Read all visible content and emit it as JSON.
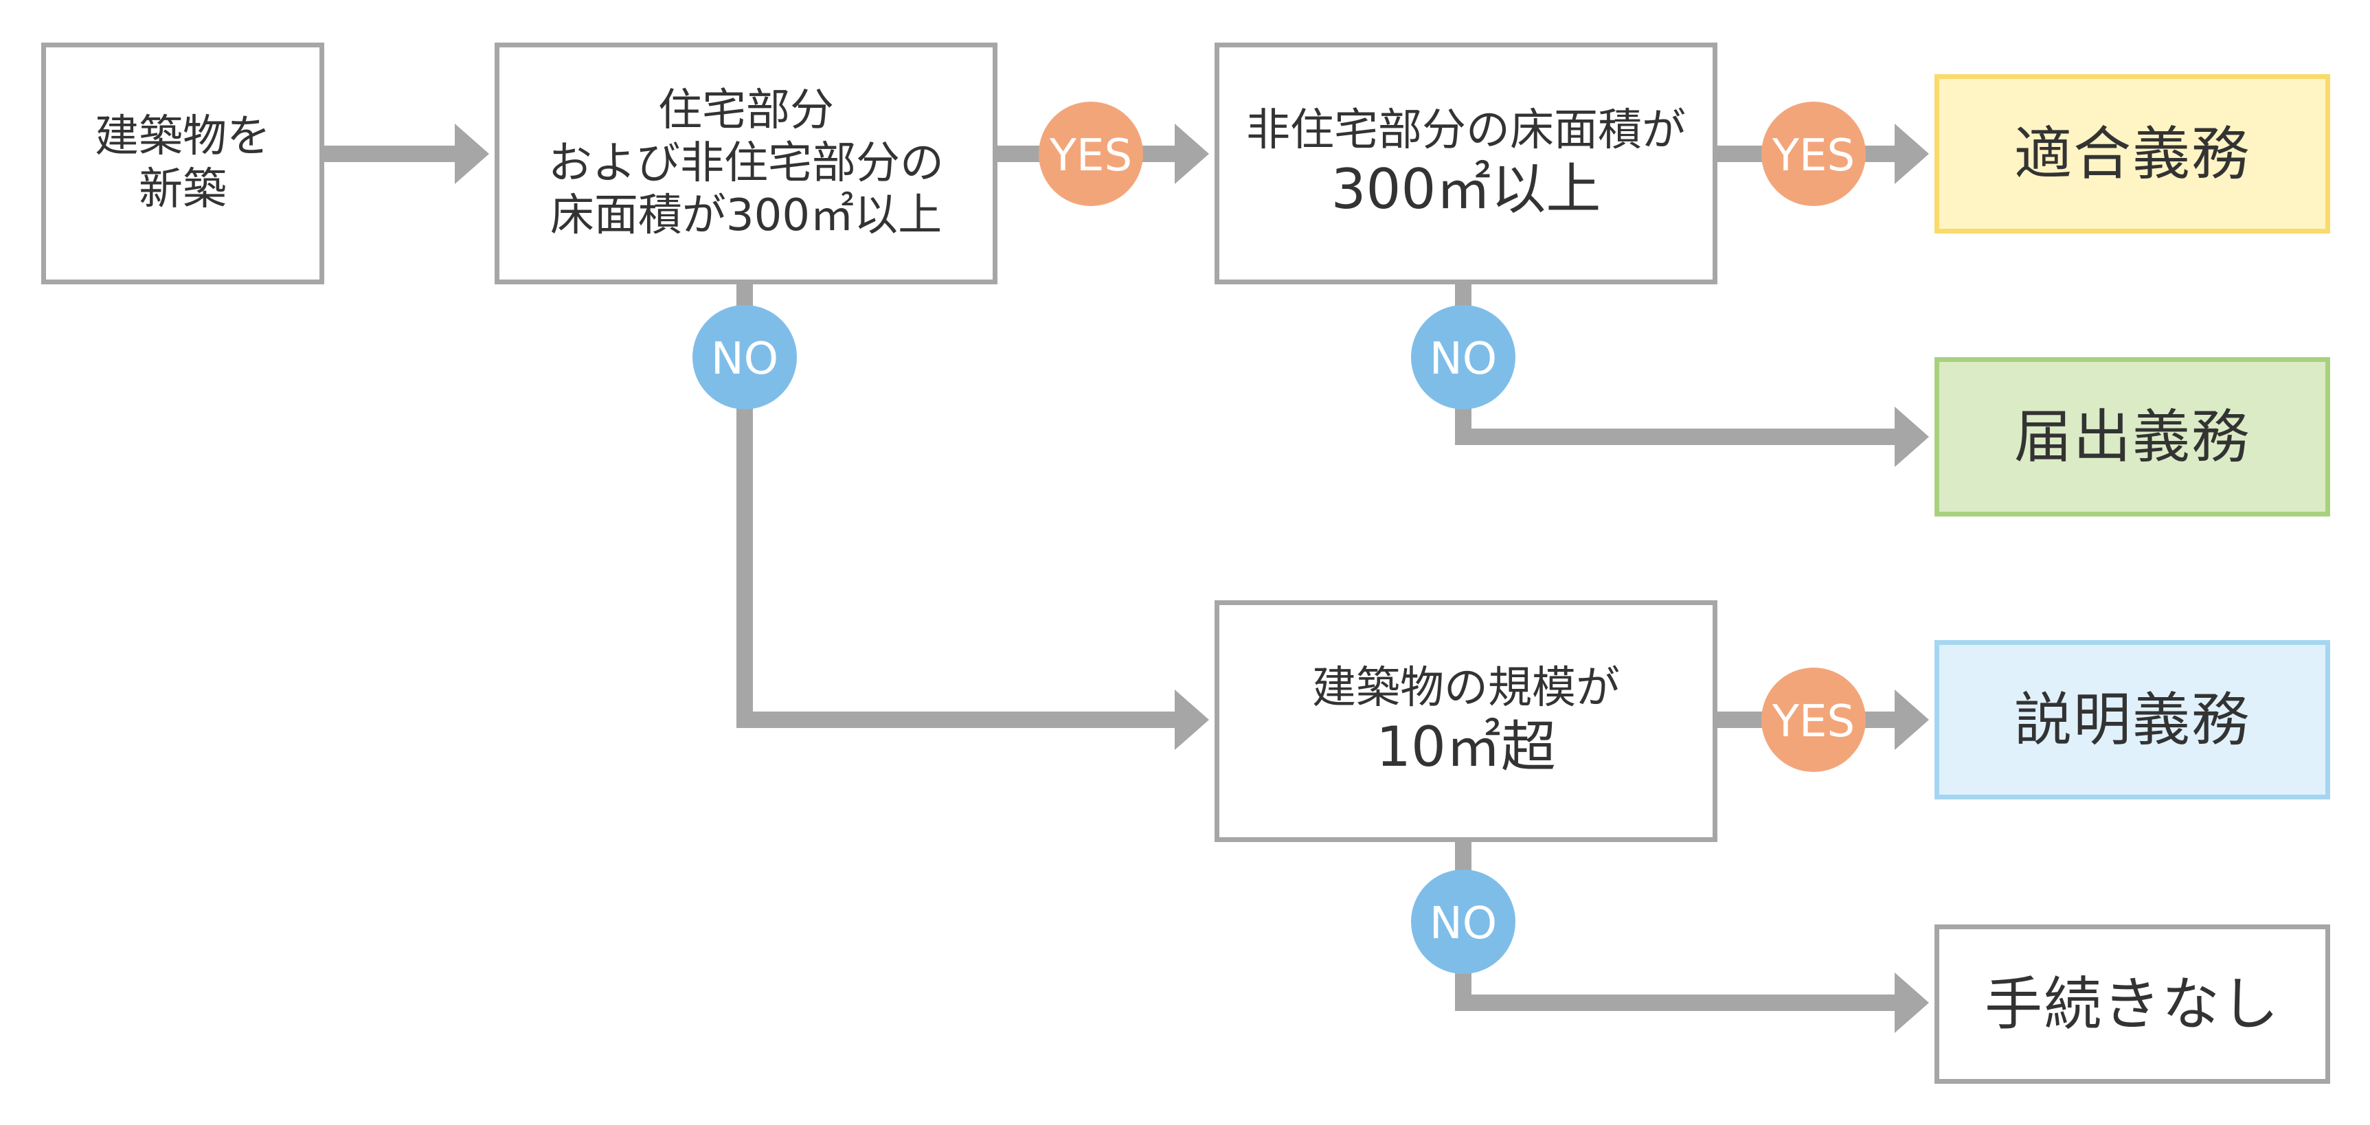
{
  "boxes": {
    "start": {
      "lines": [
        "建築物を",
        "新築"
      ]
    },
    "q1": {
      "lines": [
        "住宅部分",
        "および非住宅部分の",
        "床面積が300㎡以上"
      ]
    },
    "q2": {
      "lines": [
        "非住宅部分の床面積が",
        "300㎡以上"
      ]
    },
    "q3": {
      "lines": [
        "建築物の規模が",
        "10㎡超"
      ]
    }
  },
  "results": {
    "tekigo": {
      "label": "適合義務",
      "fill": "#fff4c4",
      "border": "#f9da6b"
    },
    "todokede": {
      "label": "届出義務",
      "fill": "#dbebc6",
      "border": "#a8d17e"
    },
    "setsumei": {
      "label": "説明義務",
      "fill": "#e0f1fb",
      "border": "#a5d6f1"
    },
    "nashi": {
      "label": "手続きなし",
      "fill": "#ffffff",
      "border": "#a6a6a6"
    }
  },
  "badges": {
    "yes": "YES",
    "no": "NO"
  },
  "colors": {
    "arrow": "#a6a6a6",
    "yes_badge": "#f3a57a",
    "no_badge": "#7fbde9"
  }
}
